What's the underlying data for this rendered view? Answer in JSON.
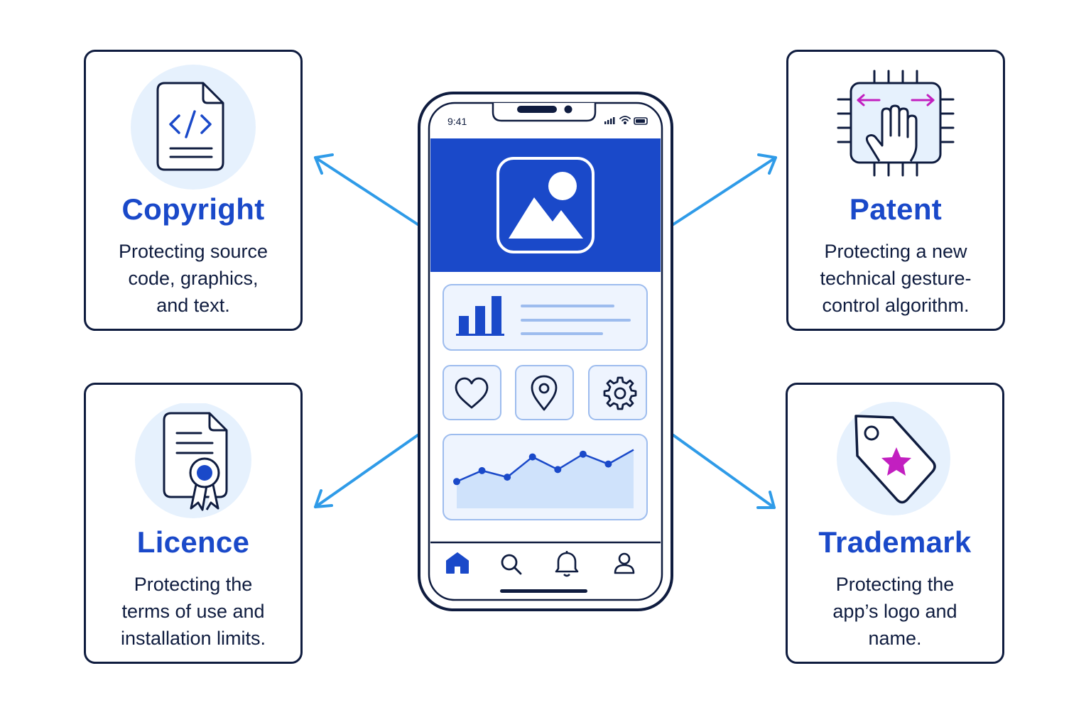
{
  "phone": {
    "status_time": "9:41",
    "icons": {
      "hero": "image-icon",
      "stats": "bar-chart-icon",
      "tiles": [
        "heart-icon",
        "location-pin-icon",
        "gear-icon"
      ],
      "nav": [
        "home-icon",
        "search-icon",
        "bell-icon",
        "user-icon"
      ]
    },
    "line_chart": {
      "type": "line",
      "values": [
        1,
        3,
        1.8,
        5.5,
        3.2,
        6,
        4.2,
        6.8
      ]
    }
  },
  "cards": {
    "copyright": {
      "title": "Copyright",
      "desc": [
        "Protecting source",
        "code, graphics,",
        "and text."
      ],
      "icon": "code-document-icon"
    },
    "licence": {
      "title": "Licence",
      "desc": [
        "Protecting the",
        "terms of use and",
        "installation limits."
      ],
      "icon": "certificate-icon"
    },
    "patent": {
      "title": "Patent",
      "desc": [
        "Protecting a new",
        "technical gesture-",
        "control algorithm."
      ],
      "icon": "gesture-chip-icon"
    },
    "trademark": {
      "title": "Trademark",
      "desc": [
        "Protecting the",
        "app’s logo and",
        "name."
      ],
      "icon": "star-tag-icon"
    }
  },
  "colors": {
    "ink": "#0f1c3f",
    "accent_blue": "#1a49c9",
    "arrow_blue": "#2f9be8",
    "icon_bg": "#e6f1fd",
    "magenta": "#c21fc0",
    "panel_bg": "#eef4fe",
    "panel_border": "#9dbcee"
  }
}
